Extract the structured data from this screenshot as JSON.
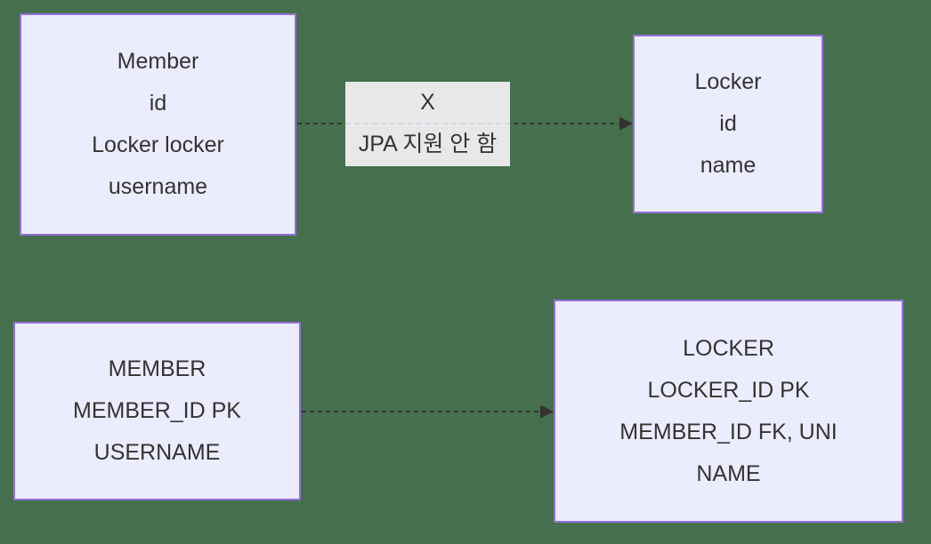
{
  "diagram": {
    "type": "entity-mapping-diagram",
    "colors": {
      "background": "#46704d",
      "node_fill": "#ECECFF",
      "node_border": "#9370DB",
      "text": "#333333",
      "edge": "#333333",
      "edge_label_background": "#e8e8e8"
    },
    "object_model": {
      "member_class": {
        "lines": [
          "Member",
          "id",
          "Locker locker",
          "username"
        ]
      },
      "locker_class": {
        "lines": [
          "Locker",
          "id",
          "name"
        ]
      },
      "edge": {
        "from": "Member",
        "to": "Locker",
        "style": "dashed-arrow",
        "label_line1": "X",
        "label_line2": "JPA 지원 안 함"
      }
    },
    "table_model": {
      "member_table": {
        "lines": [
          "MEMBER",
          "MEMBER_ID PK",
          "USERNAME"
        ]
      },
      "locker_table": {
        "lines": [
          "LOCKER",
          "LOCKER_ID PK",
          "MEMBER_ID FK, UNI",
          "NAME"
        ]
      },
      "edge": {
        "from": "MEMBER",
        "to": "LOCKER",
        "style": "dashed-arrow",
        "label_line1": "",
        "label_line2": ""
      }
    }
  }
}
